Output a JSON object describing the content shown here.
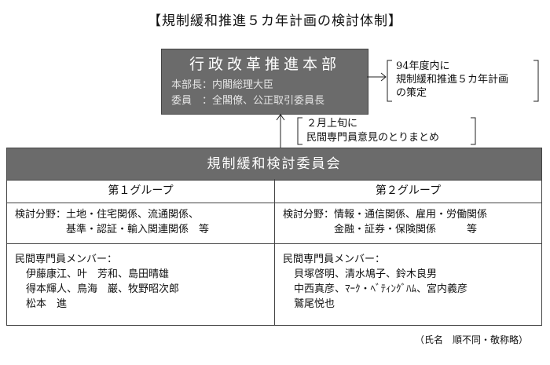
{
  "title": "【規制緩和推進５カ年計画の検討体制】",
  "hq": {
    "name": "行政改革推進本部",
    "head": "本部長：内閣総理大臣",
    "members": "委員　：全閣僚、公正取引委員長"
  },
  "right_note": [
    "94年度内に",
    "規制緩和推進５カ年計画",
    "の策定"
  ],
  "mid_note": [
    "２月上旬に",
    "民間専門員意見のとりまとめ"
  ],
  "committee": {
    "name": "規制緩和検討委員会",
    "groups": [
      {
        "label": "第１グループ",
        "fields": [
          "検討分野：土地・住宅関係、流通関係、",
          "　　　　　基準・認証・輸入関連関係　等"
        ],
        "members_label": "民間専門員メンバー：",
        "members": [
          "伊藤康江、叶　芳和、島田晴雄",
          "得本輝人、鳥海　巌、牧野昭次郎",
          "松本　進"
        ]
      },
      {
        "label": "第２グループ",
        "fields": [
          "検討分野：情報・通信関係、雇用・労働関係",
          "　　　　　金融・証券・保険関係　　　等"
        ],
        "members_label": "民間専門員メンバー：",
        "members": [
          "貝塚啓明、清水鳩子、鈴木良男",
          "中西真彦、ﾏｰｸ・ﾍﾞﾃｨﾝｸﾞﾊﾑ、宮内義彦",
          "鷲尾悦也"
        ]
      }
    ]
  },
  "footnote": "（氏名　順不同・敬称略）"
}
